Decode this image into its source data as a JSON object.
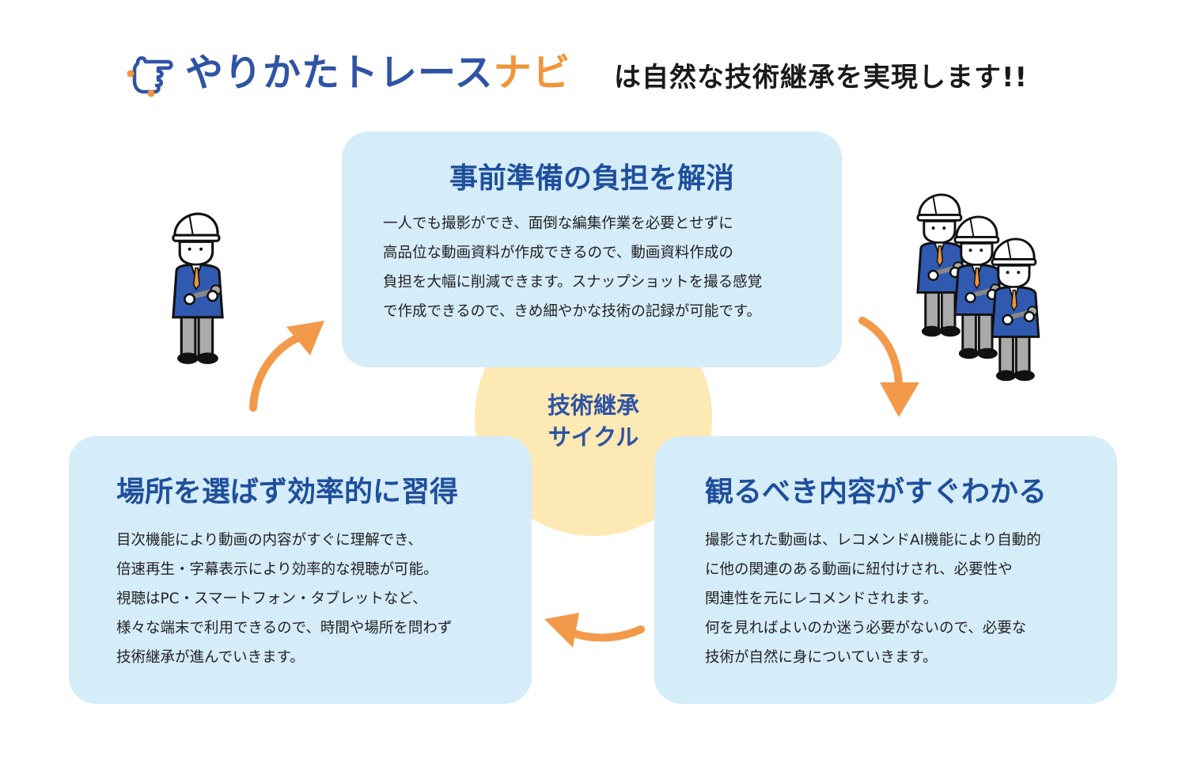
{
  "header": {
    "brand_blue": "やりかたトレース",
    "brand_orange": "ナビ",
    "tagline": "は自然な技術継承を実現します!!",
    "logo_icon": "pointing-hand-icon"
  },
  "center": {
    "line1": "技術継承",
    "line2": "サイクル"
  },
  "steps": [
    {
      "title": "事前準備の負担を解消",
      "lines": [
        "一人でも撮影ができ、面倒な編集作業を必要とせずに",
        "高品位な動画資料が作成できるので、動画資料作成の",
        "負担を大幅に削減できます。スナップショットを撮る感覚",
        "で作成できるので、きめ細やかな技術の記録が可能です。"
      ]
    },
    {
      "title": "観るべき内容がすぐわかる",
      "lines": [
        "撮影された動画は、レコメンドAI機能により自動的",
        "に他の関連のある動画に紐付けされ、必要性や",
        "関連性を元にレコメンドされます。",
        "何を見ればよいのか迷う必要がないので、必要な",
        "技術が自然に身についていきます。"
      ]
    },
    {
      "title": "場所を選ばず効率的に習得",
      "lines": [
        "目次機能により動画の内容がすぐに理解でき、",
        "倍速再生・字幕表示により効率的な視聴が可能。",
        "視聴はPC・スマートフォン・タブレットなど、",
        "様々な端末で利用できるので、時間や場所を問わず",
        "技術継承が進んでいきます。"
      ]
    }
  ],
  "colors": {
    "title_blue": "#1f4f9c",
    "brand_blue": "#2f54a5",
    "brand_orange": "#f0953a",
    "box_fill": "#d5ecf9",
    "circle_fill": "#fde9b4",
    "arrow": "#f29a4a"
  }
}
